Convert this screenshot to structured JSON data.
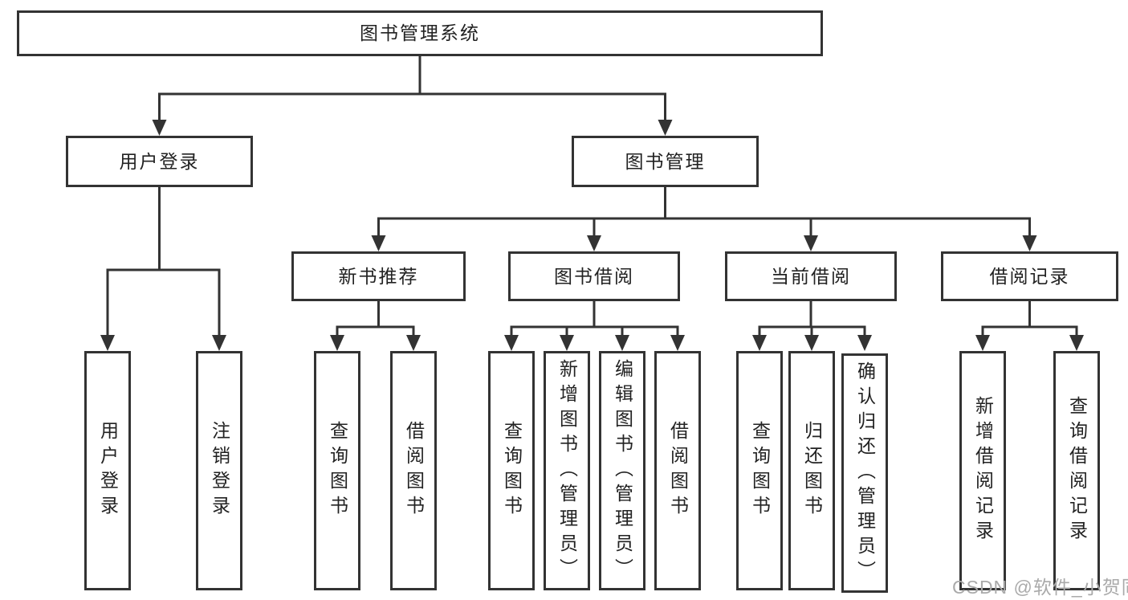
{
  "tree": {
    "root": {
      "label": "图书管理系统",
      "children": [
        {
          "label": "用户登录",
          "children": [
            {
              "label": "用户登录"
            },
            {
              "label": "注销登录"
            }
          ]
        },
        {
          "label": "图书管理",
          "children": [
            {
              "label": "新书推荐",
              "children": [
                {
                  "label": "查询图书"
                },
                {
                  "label": "借阅图书"
                }
              ]
            },
            {
              "label": "图书借阅",
              "children": [
                {
                  "label": "查询图书"
                },
                {
                  "label": "新增图书（管理员）"
                },
                {
                  "label": "编辑图书（管理员）"
                },
                {
                  "label": "借阅图书"
                }
              ]
            },
            {
              "label": "当前借阅",
              "children": [
                {
                  "label": "查询图书"
                },
                {
                  "label": "归还图书"
                },
                {
                  "label": "确认归还（管理员）"
                }
              ]
            },
            {
              "label": "借阅记录",
              "children": [
                {
                  "label": "新增借阅记录"
                },
                {
                  "label": "查询借阅记录"
                }
              ]
            }
          ]
        }
      ]
    }
  },
  "watermark": {
    "text": "CSDN @软件_小贺同学"
  },
  "colors": {
    "line": "#333333",
    "text": "#222222",
    "watermark": "#aaaaaa",
    "background": "#ffffff"
  }
}
